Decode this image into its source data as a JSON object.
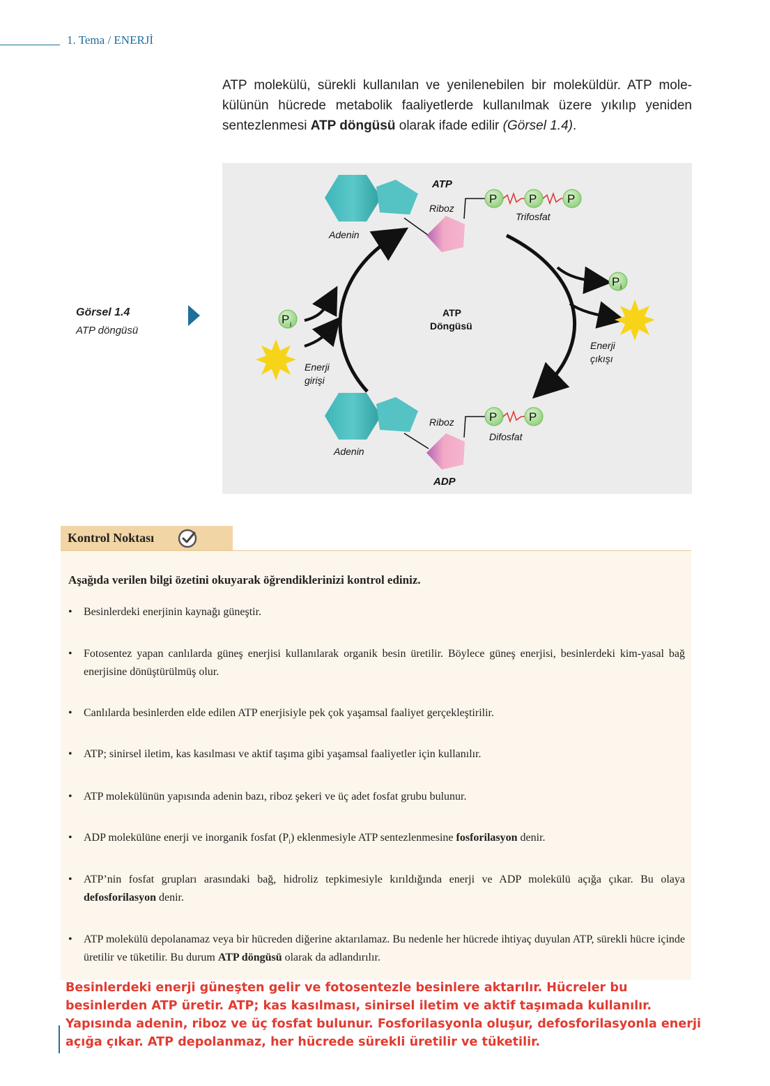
{
  "header": {
    "text": "1. Tema / ENERJİ"
  },
  "intro": {
    "part1": "ATP molekülü, sürekli kullanılan ve yenilenebilen bir moleküldür. ATP mole-külünün hücrede metabolik faaliyetlerde kullanılmak üzere yıkılıp yeniden sentezlenmesi ",
    "bold": "ATP döngüsü",
    "part2": " olarak ifade edilir ",
    "ref": "(Görsel 1.4)",
    "end": "."
  },
  "figure": {
    "caption_title": "Görsel 1.4",
    "caption_sub": "ATP döngüsü",
    "atp_label": "ATP",
    "adp_label": "ADP",
    "riboz_top": "Riboz",
    "riboz_bottom": "Riboz",
    "adenin_top": "Adenin",
    "adenin_bottom": "Adenin",
    "trifosfat": "Trifosfat",
    "difosfat": "Difosfat",
    "phosphate": "P",
    "pi_main": "P",
    "pi_sub": "i",
    "cycle_line1": "ATP",
    "cycle_line2": "Döngüsü",
    "energy_in_line1": "Enerji",
    "energy_in_line2": "girişi",
    "energy_out_line1": "Enerji",
    "energy_out_line2": "çıkışı",
    "colors": {
      "adenine": "#4fbfc0",
      "adenine_dark": "#2a9ea0",
      "ribose": "#f2a9c6",
      "ribose_dark": "#b465b3",
      "phosphate": "#a8dc95",
      "star": "#f7d417",
      "bond": "#e0342b",
      "background": "#ececec"
    }
  },
  "kontrol": {
    "title": "Kontrol Noktası",
    "lead": "Aşağıda verilen bilgi özetini okuyarak öğrendiklerinizi kontrol ediniz.",
    "bullets": [
      {
        "text": "Besinlerdeki enerjinin kaynağı güneştir."
      },
      {
        "text": "Fotosentez yapan canlılarda güneş enerjisi kullanılarak organik besin üretilir. Böylece güneş enerjisi, besinlerdeki kim-yasal bağ enerjisine dönüştürülmüş olur."
      },
      {
        "text": "Canlılarda besinlerden elde edilen ATP enerjisiyle pek çok yaşamsal faaliyet gerçekleştirilir."
      },
      {
        "text": "ATP; sinirsel iletim, kas kasılması ve aktif taşıma gibi yaşamsal faaliyetler için kullanılır."
      },
      {
        "text": "ATP molekülünün yapısında adenin bazı, riboz şekeri ve üç adet fosfat grubu bulunur."
      },
      {
        "pre": "ADP molekülüne enerji ve inorganik fosfat (P",
        "sub": "i",
        "mid": ") eklenmesiyle ATP sentezlenmesine ",
        "bold": "fosforilasyon",
        "post": " denir."
      },
      {
        "pre": "ATP’nin fosfat grupları arasındaki bağ, hidroliz tepkimesiyle kırıldığında enerji ve ADP molekülü açığa çıkar. Bu olaya ",
        "bold": "defosforilasyon",
        "post": " denir."
      },
      {
        "pre": "ATP molekülü depolanamaz veya bir hücreden diğerine aktarılamaz. Bu nedenle her hücrede ihtiyaç duyulan ATP, sürekli hücre içinde üretilir ve tüketilir. Bu durum ",
        "bold": "ATP döngüsü",
        "post": " olarak da adlandırılır."
      }
    ],
    "bullet_symbol": "•"
  },
  "summary": "Besinlerdeki enerji güneşten gelir ve fotosentezle besinlere aktarılır. Hücreler bu besinlerden ATP üretir. ATP; kas kasılması, sinirsel iletim ve aktif taşımada kullanılır. Yapısında adenin, riboz ve üç fosfat bulunur. Fosforilasyonla oluşur, defosforilasyonla enerji açığa çıkar. ATP depolanmaz, her hücrede sürekli üretilir ve tüketilir."
}
